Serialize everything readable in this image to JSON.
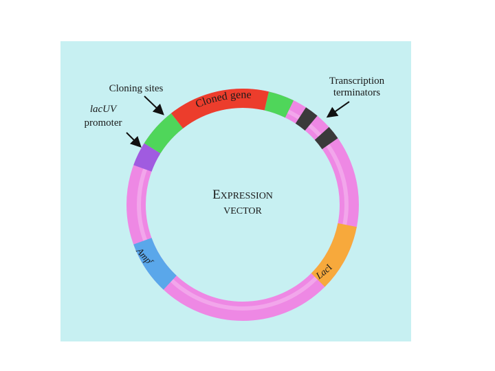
{
  "labels": {
    "cloning_sites": "Cloning sites",
    "lacuv_italic": "lac",
    "lacuv_rest": "UV",
    "promoter": "promoter",
    "transcription_line1": "Transcription",
    "transcription_line2": "terminators",
    "cloned_gene": "Cloned gene",
    "title_line1_cap": "E",
    "title_line1_rest": "XPRESSION",
    "title_line2": "VECTOR",
    "ampr": "Amp",
    "ampr_sup": "r",
    "laci_italic": "Lac",
    "laci_rest": "I"
  },
  "colors": {
    "background_panel": "#c7f0f2",
    "backbone": "#ee88e4",
    "promoter": "#a05be0",
    "cloning_sites": "#4fd65a",
    "cloned_gene": "#ec3d2c",
    "terminator": "#3a3a3a",
    "ampr": "#5aa7ea",
    "laci": "#f7a93c"
  },
  "segments": [
    {
      "id": "promoter",
      "label": "lacUV promoter",
      "color_key": "promoter"
    },
    {
      "id": "cloning-site-left",
      "label": "Cloning sites",
      "color_key": "cloning_sites"
    },
    {
      "id": "cloned-gene",
      "label": "Cloned gene",
      "color_key": "cloned_gene"
    },
    {
      "id": "cloning-site-right",
      "label": "Cloning sites",
      "color_key": "cloning_sites"
    },
    {
      "id": "terminator-1",
      "label": "Transcription terminator",
      "color_key": "terminator"
    },
    {
      "id": "terminator-2",
      "label": "Transcription terminator",
      "color_key": "terminator"
    },
    {
      "id": "laci",
      "label": "LacI",
      "color_key": "laci"
    },
    {
      "id": "ampr",
      "label": "Ampr",
      "color_key": "ampr"
    }
  ]
}
